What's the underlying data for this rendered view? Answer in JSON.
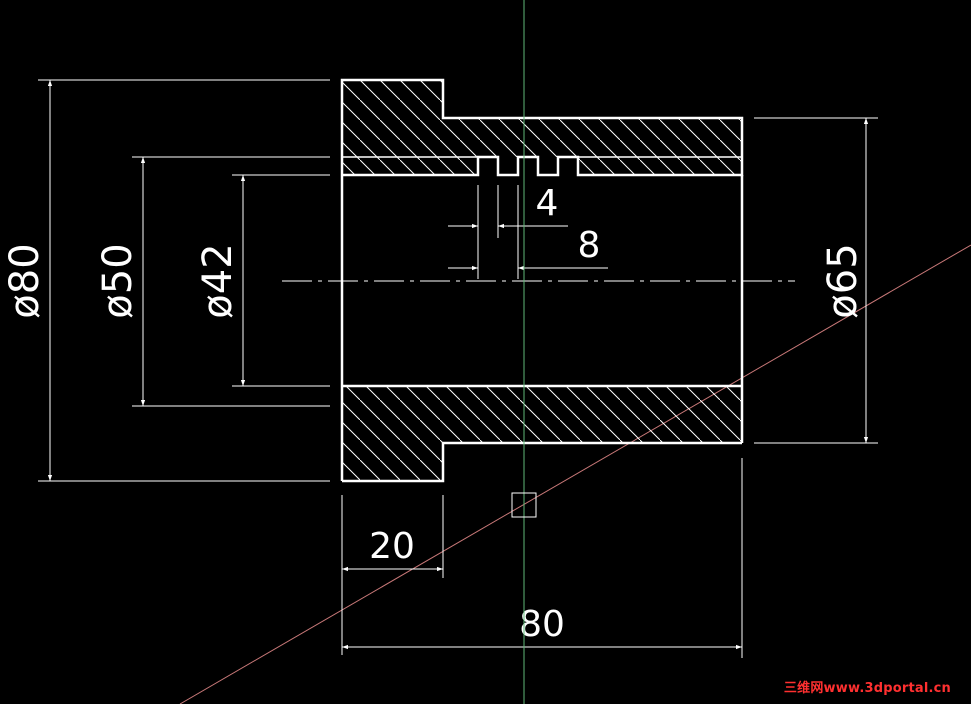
{
  "drawing": {
    "background": "#000000",
    "line_color": "#ffffff",
    "crosshair_color": "#5fb878",
    "construction_line_color": "#c87878",
    "dimensions": {
      "d80": "ø80",
      "d50": "ø50",
      "d42": "ø42",
      "d65": "ø65",
      "w4": "4",
      "w8": "8",
      "l20": "20",
      "l80": "80"
    }
  },
  "watermark": {
    "text": "三维网www.3dportal.cn",
    "color": "#ff3030"
  }
}
